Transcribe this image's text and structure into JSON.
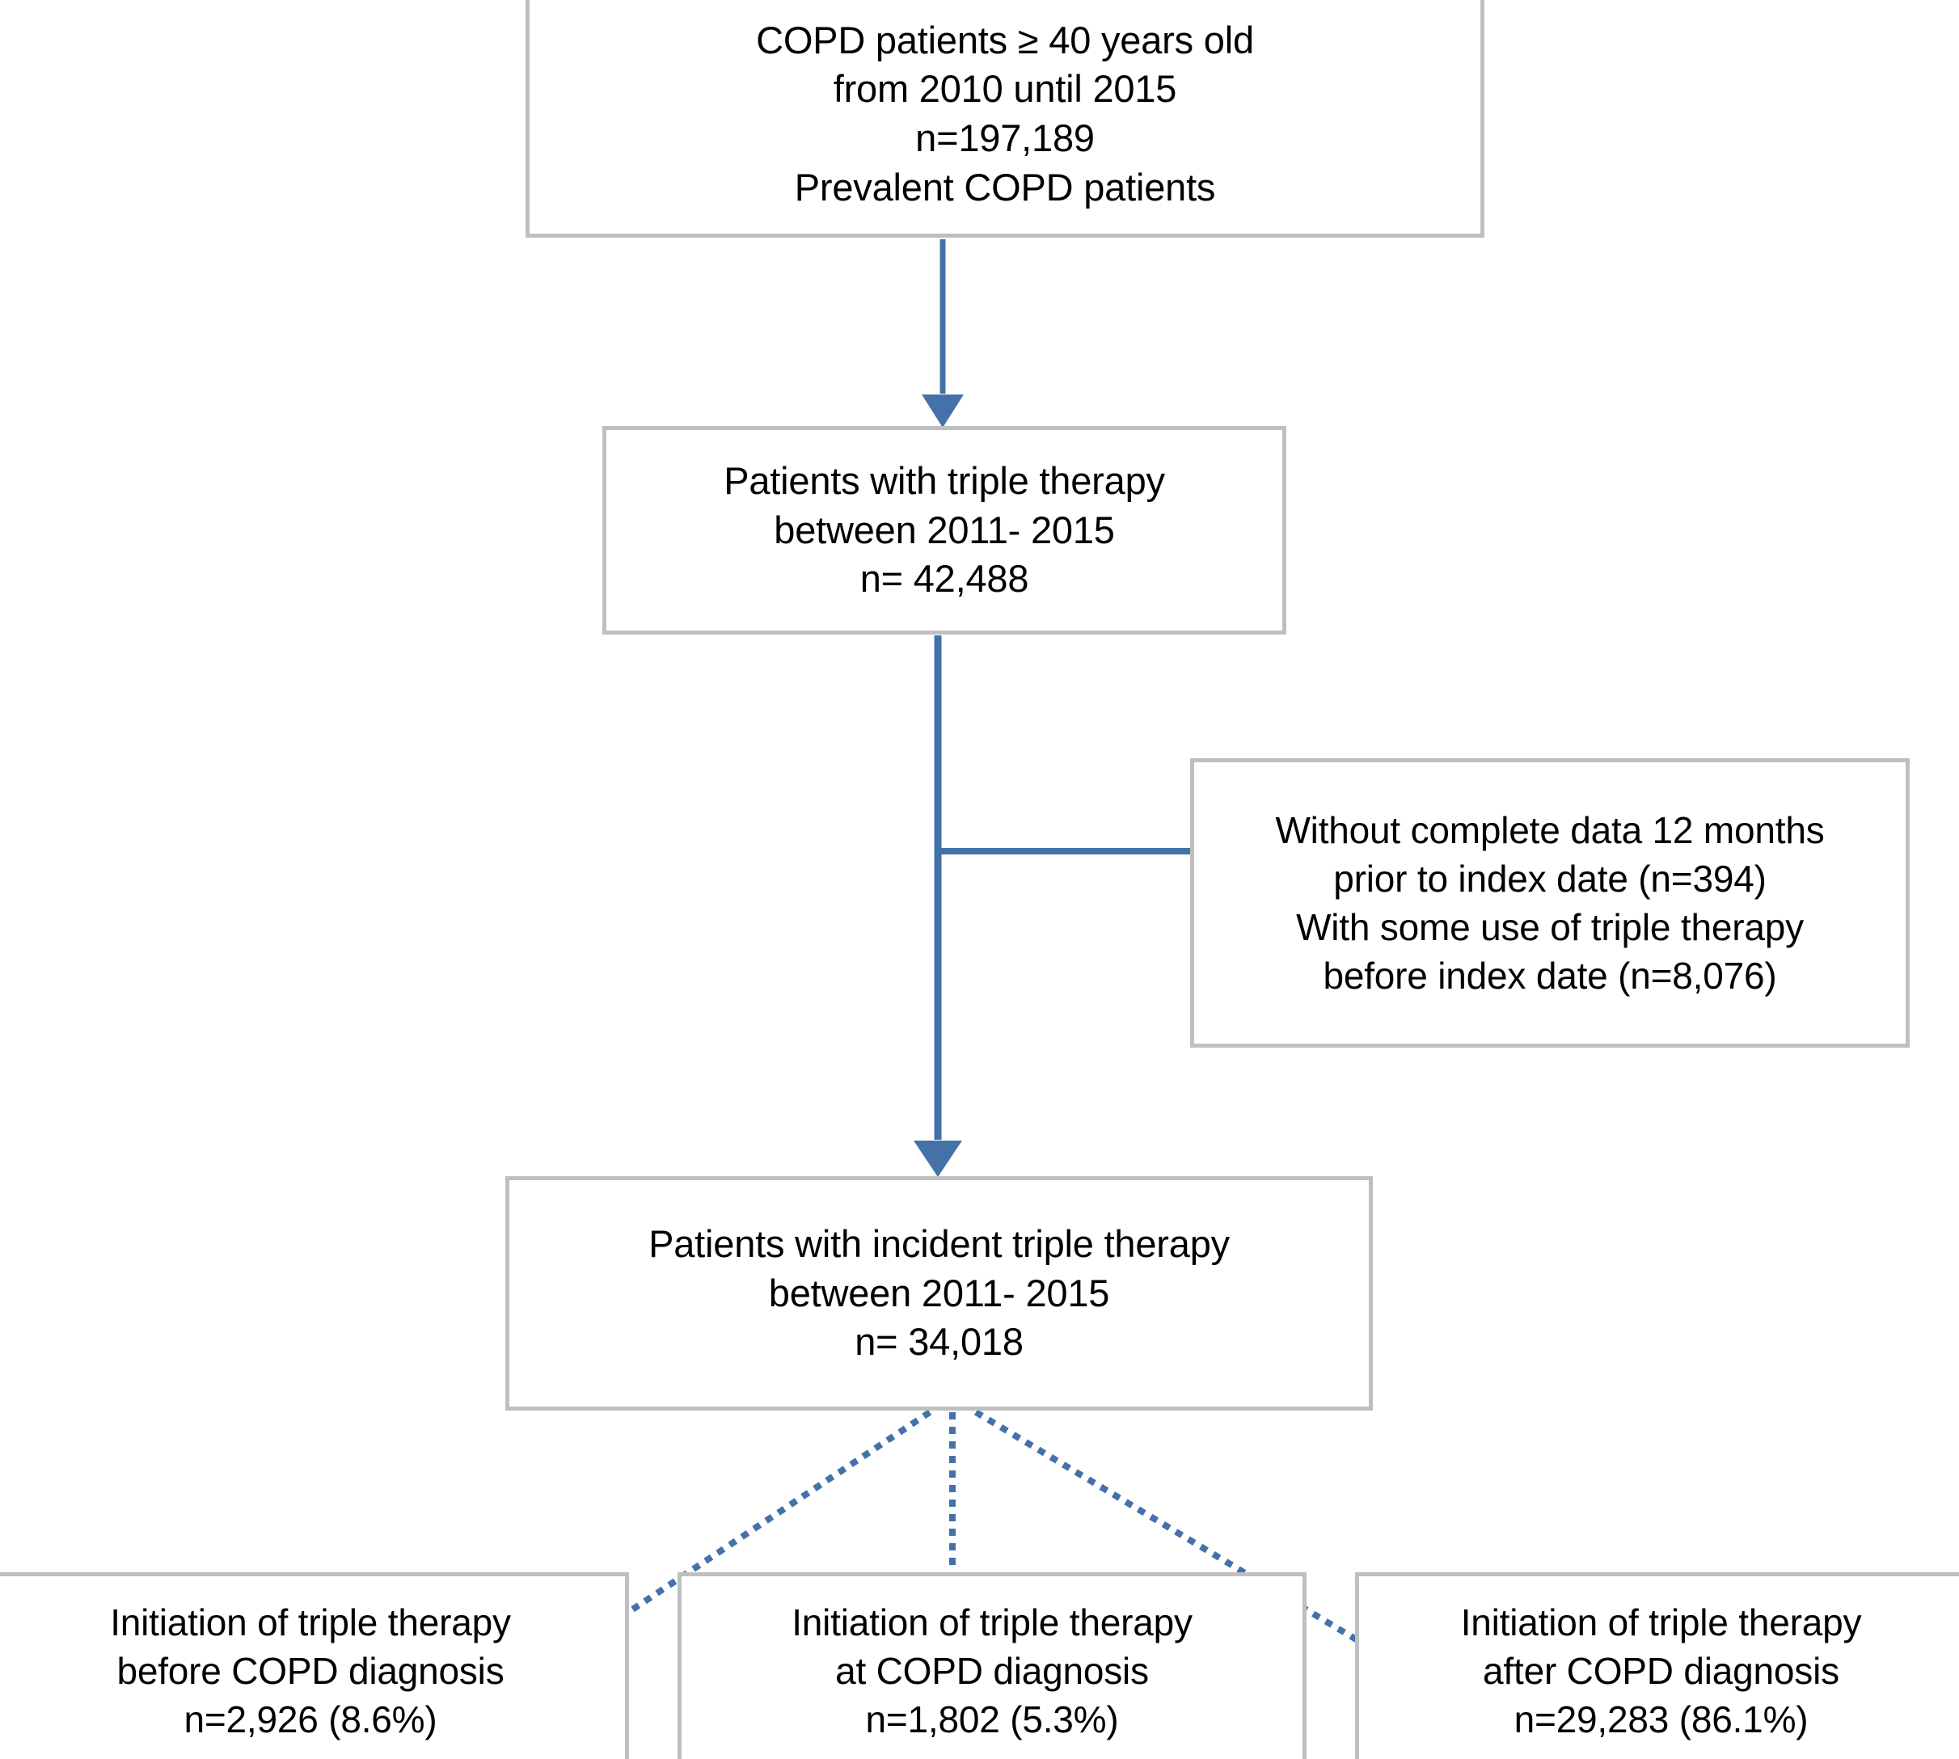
{
  "figure": {
    "type": "flowchart",
    "orientation": "top-down",
    "accent_color": "#4472a8",
    "box_border_color": "#bfbfbf",
    "text_color": "#000000",
    "background_color": "#ffffff"
  },
  "nodes": {
    "source_cohort": {
      "id": "source-cohort",
      "lines": [
        "COPD patients ≥ 40 years old",
        "from 2010 until 2015",
        "n=197,189",
        "Prevalent COPD patients"
      ],
      "text": "COPD patients ≥ 40 years old\nfrom 2010 until 2015\nn=197,189\nPrevalent COPD patients",
      "count": "197,189"
    },
    "triple_therapy": {
      "id": "triple-therapy",
      "lines": [
        "Patients with triple therapy",
        "between 2011- 2015",
        "n= 42,488"
      ],
      "text": "Patients with triple therapy\nbetween 2011- 2015\nn= 42,488",
      "count": "42,488"
    },
    "exclusions": {
      "id": "exclusions",
      "lines": [
        "Without complete data 12 months",
        "prior to index date (n=394)",
        "With some use of triple therapy",
        "before index date (n=8,076)"
      ],
      "text": "Without complete data 12 months\nprior to index date (n=394)\nWith some use of triple therapy\nbefore index date (n=8,076)",
      "excluded_incomplete_data": "394",
      "excluded_prior_triple_therapy": "8,076"
    },
    "incident_triple_therapy": {
      "id": "incident-triple-therapy",
      "lines": [
        "Patients with incident triple therapy",
        "between 2011- 2015",
        "n= 34,018"
      ],
      "text": "Patients with incident triple therapy\nbetween 2011- 2015\nn= 34,018",
      "count": "34,018"
    },
    "before_diagnosis": {
      "id": "initiation-before-copd-diagnosis",
      "lines": [
        "Initiation of triple therapy",
        "before COPD diagnosis",
        "n=2,926 (8.6%)"
      ],
      "text": "Initiation of triple therapy\nbefore COPD diagnosis\nn=2,926 (8.6%)",
      "count": "2,926",
      "percent": "8.6%"
    },
    "at_diagnosis": {
      "id": "initiation-at-copd-diagnosis",
      "lines": [
        "Initiation of triple therapy",
        "at COPD diagnosis",
        "n=1,802 (5.3%)"
      ],
      "text": "Initiation of triple therapy\nat COPD diagnosis\nn=1,802 (5.3%)",
      "count": "1,802",
      "percent": "5.3%"
    },
    "after_diagnosis": {
      "id": "initiation-after-copd-diagnosis",
      "lines": [
        "Initiation of triple therapy",
        "after COPD diagnosis",
        "n=29,283 (86.1%)"
      ],
      "text": "Initiation of triple therapy\nafter COPD diagnosis\nn=29,283 (86.1%)",
      "count": "29,283",
      "percent": "86.1%"
    }
  },
  "edges": [
    {
      "id": "edge-source-to-triple",
      "from": "source_cohort",
      "to": "triple_therapy",
      "style": "solid",
      "arrow": true
    },
    {
      "id": "edge-triple-to-incident",
      "from": "triple_therapy",
      "to": "incident_triple_therapy",
      "style": "solid",
      "arrow": true
    },
    {
      "id": "edge-triple-to-exclusions",
      "from": "triple_therapy",
      "to": "exclusions",
      "style": "solid",
      "arrow": false
    },
    {
      "id": "edge-incident-to-before",
      "from": "incident_triple_therapy",
      "to": "before_diagnosis",
      "style": "dotted",
      "arrow": true
    },
    {
      "id": "edge-incident-to-at",
      "from": "incident_triple_therapy",
      "to": "at_diagnosis",
      "style": "dotted",
      "arrow": true
    },
    {
      "id": "edge-incident-to-after",
      "from": "incident_triple_therapy",
      "to": "after_diagnosis",
      "style": "dotted",
      "arrow": true
    }
  ]
}
